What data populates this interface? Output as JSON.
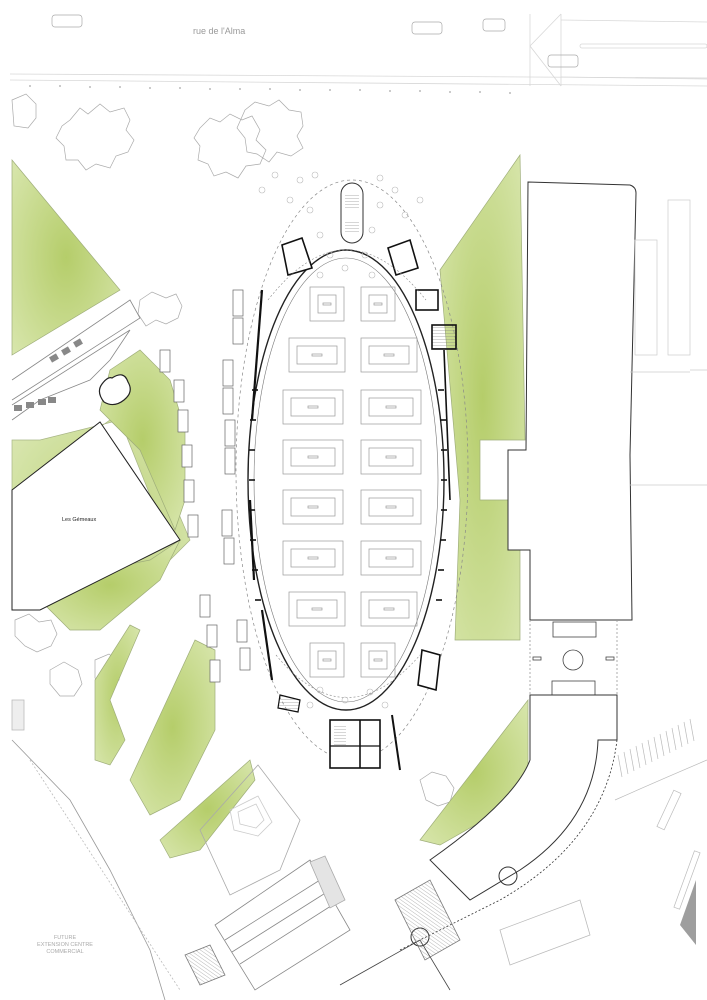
{
  "plan": {
    "type": "architectural site plan",
    "colors": {
      "background": "#ffffff",
      "building_line": "#1a1a1a",
      "light_line": "#bdbdbd",
      "vegetation": "#c9db8e",
      "vegetation_dark": "#a9c45e",
      "hatch": "#9a9a9a",
      "gray_fill": "#9e9e9e"
    }
  },
  "labels": {
    "street": "rue de l'Alma",
    "building": "Les Gémeaux",
    "future_line1": "FUTURE",
    "future_line2": "EXTENSION CENTRE",
    "future_line3": "COMMERCIAL"
  },
  "oval_hall": {
    "market_stalls_rows": 8,
    "market_stalls_cols": 2
  }
}
